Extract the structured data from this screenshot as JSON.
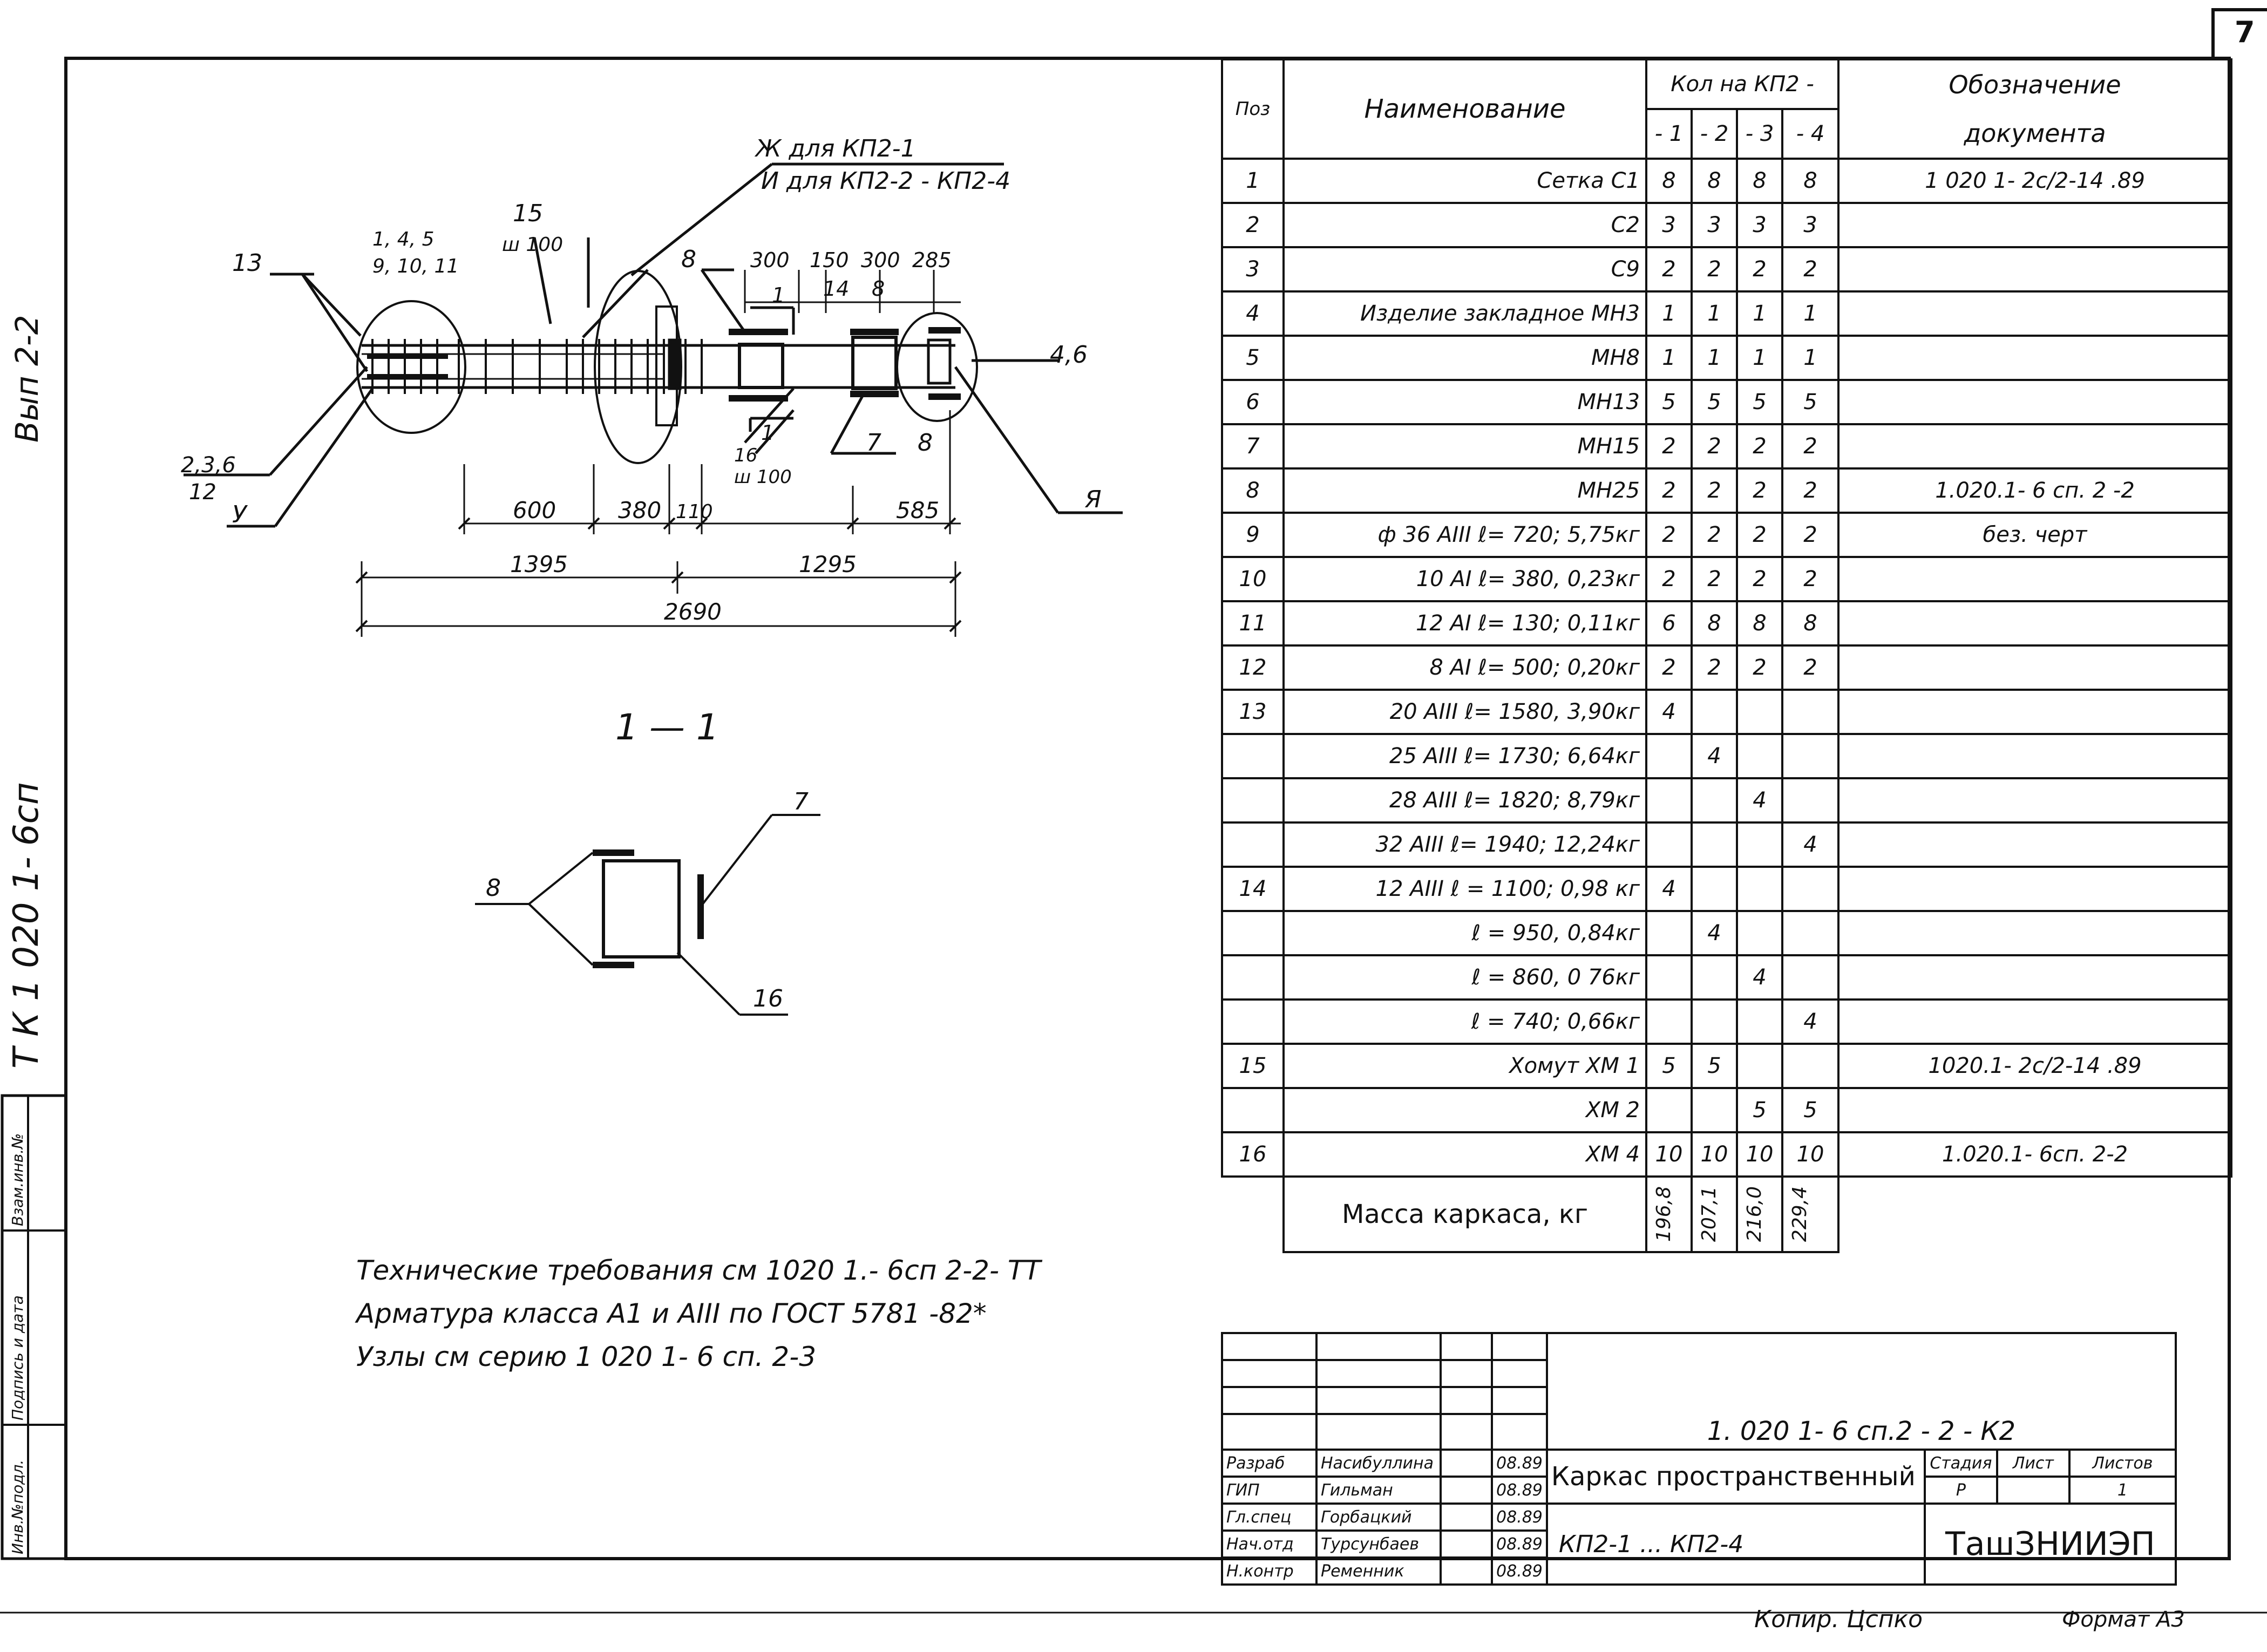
{
  "sheet_number": "7",
  "side_labels": {
    "release": "Вып 2-2",
    "series": "Т К 1 020 1- 6сп",
    "col_replace": "Взам.инв.№",
    "col_sign": "Подпись и дата",
    "col_inv": "Инв.№подл."
  },
  "drawing": {
    "callout_zh": "Ж для КП2-1",
    "callout_i": "И для КП2-2 - КП2-4",
    "lbl_13": "13",
    "lbl_15": "15",
    "lbl_sh100_a": "ш 100",
    "lbl_tl": "1, 4, 5",
    "lbl_tl2": "9, 10, 11",
    "lbl_8a": "8",
    "dim_300": "300",
    "dim_150": "150",
    "dim_300b": "300",
    "dim_285": "285",
    "lbl_1a": "1",
    "lbl_14": "14",
    "lbl_8b": "8",
    "lbl_46": "4,6",
    "lbl_236": "2,3,6",
    "lbl_12": "12",
    "lbl_u": "У",
    "lbl_1b": "1",
    "lbl_16": "16",
    "lbl_sh100_b": "ш 100",
    "lbl_7": "7",
    "lbl_8c": "8",
    "lbl_ya": "Я",
    "dim_600": "600",
    "dim_380": "380",
    "dim_110": "110",
    "dim_585": "585",
    "dim_1395": "1395",
    "dim_1295": "1295",
    "dim_2690": "2690",
    "section_title": "1 — 1",
    "sec_lbl_7": "7",
    "sec_lbl_8": "8",
    "sec_lbl_16": "16"
  },
  "spec_table": {
    "h_pos": "Поз",
    "h_name": "Наименование",
    "h_qty": "Кол на КП2 -",
    "h_q": [
      "- 1",
      "- 2",
      "- 3",
      "- 4"
    ],
    "h_doc1": "Обозначение",
    "h_doc2": "документа",
    "rows": [
      {
        "pos": "1",
        "name": "Сетка   С1",
        "q": [
          "8",
          "8",
          "8",
          "8"
        ],
        "doc": "1 020 1- 2с/2-14 .89"
      },
      {
        "pos": "2",
        "name": "С2",
        "q": [
          "3",
          "3",
          "3",
          "3"
        ],
        "doc": ""
      },
      {
        "pos": "3",
        "name": "С9",
        "q": [
          "2",
          "2",
          "2",
          "2"
        ],
        "doc": ""
      },
      {
        "pos": "4",
        "name": "Изделие закладное МН3",
        "q": [
          "1",
          "1",
          "1",
          "1"
        ],
        "doc": ""
      },
      {
        "pos": "5",
        "name": "МН8",
        "q": [
          "1",
          "1",
          "1",
          "1"
        ],
        "doc": ""
      },
      {
        "pos": "6",
        "name": "МН13",
        "q": [
          "5",
          "5",
          "5",
          "5"
        ],
        "doc": ""
      },
      {
        "pos": "7",
        "name": "МН15",
        "q": [
          "2",
          "2",
          "2",
          "2"
        ],
        "doc": ""
      },
      {
        "pos": "8",
        "name": "МН25",
        "q": [
          "2",
          "2",
          "2",
          "2"
        ],
        "doc": "1.020.1- 6 сп. 2 -2"
      },
      {
        "pos": "9",
        "name": "ф 36 АIII  ℓ= 720;   5,75кг",
        "q": [
          "2",
          "2",
          "2",
          "2"
        ],
        "doc": "без. черт"
      },
      {
        "pos": "10",
        "name": "10 АI  ℓ= 380,   0,23кг",
        "q": [
          "2",
          "2",
          "2",
          "2"
        ],
        "doc": ""
      },
      {
        "pos": "11",
        "name": "12 АI  ℓ= 130;   0,11кг",
        "q": [
          "6",
          "8",
          "8",
          "8"
        ],
        "doc": ""
      },
      {
        "pos": "12",
        "name": "8 АI  ℓ= 500;  0,20кг",
        "q": [
          "2",
          "2",
          "2",
          "2"
        ],
        "doc": ""
      },
      {
        "pos": "13",
        "name": "20 АIII ℓ= 1580,  3,90кг",
        "q": [
          "4",
          "",
          "",
          ""
        ],
        "doc": ""
      },
      {
        "pos": "",
        "name": "25 АIII  ℓ= 1730;  6,64кг",
        "q": [
          "",
          "4",
          "",
          ""
        ],
        "doc": ""
      },
      {
        "pos": "",
        "name": "28 АIII  ℓ= 1820;  8,79кг",
        "q": [
          "",
          "",
          "4",
          ""
        ],
        "doc": ""
      },
      {
        "pos": "",
        "name": "32 АIII  ℓ= 1940;  12,24кг",
        "q": [
          "",
          "",
          "",
          "4"
        ],
        "doc": ""
      },
      {
        "pos": "14",
        "name": "12 АIII  ℓ = 1100;  0,98 кг",
        "q": [
          "4",
          "",
          "",
          ""
        ],
        "doc": ""
      },
      {
        "pos": "",
        "name": "ℓ = 950,  0,84кг",
        "q": [
          "",
          "4",
          "",
          ""
        ],
        "doc": ""
      },
      {
        "pos": "",
        "name": "ℓ = 860,  0 76кг",
        "q": [
          "",
          "",
          "4",
          ""
        ],
        "doc": ""
      },
      {
        "pos": "",
        "name": "ℓ = 740;  0,66кг",
        "q": [
          "",
          "",
          "",
          "4"
        ],
        "doc": ""
      },
      {
        "pos": "15",
        "name": "Хомут      ХМ 1",
        "q": [
          "5",
          "5",
          "",
          ""
        ],
        "doc": "1020.1- 2с/2-14 .89"
      },
      {
        "pos": "",
        "name": "ХМ 2",
        "q": [
          "",
          "",
          "5",
          "5"
        ],
        "doc": ""
      },
      {
        "pos": "16",
        "name": "ХМ 4",
        "q": [
          "10",
          "10",
          "10",
          "10"
        ],
        "doc": "1.020.1- 6сп. 2-2"
      }
    ],
    "mass_label": "Масса каркаса, кг",
    "mass": [
      "196,8",
      "207,1",
      "216,0",
      "229,4"
    ]
  },
  "notes": {
    "line1": "Технические требования см  1020 1.- 6сп 2-2- ТТ",
    "line2": "Арматура  класса   А1  и  АIII  по  ГОСТ 5781 -82*",
    "line3": "Узлы  см   серию  1 020 1- 6 сп. 2-3"
  },
  "title_block": {
    "doc_code": "1. 020 1- 6 сп.2 - 2 - К2",
    "roles": [
      "Разраб",
      "ГИП",
      "Гл.спец",
      "Нач.отд",
      "Н.контр"
    ],
    "names": [
      "Насибуллина",
      "Гильман",
      "Горбацкий",
      "Турсунбаев",
      "Ременник"
    ],
    "dates": [
      "08.89",
      "08.89",
      "08.89",
      "08.89",
      "08.89"
    ],
    "title1": "Каркас пространственный",
    "title2": "КП2-1 ...   КП2-4",
    "h_stage": "Стадия",
    "h_sheet": "Лист",
    "h_sheets": "Листов",
    "stage": "Р",
    "sheets": "1",
    "org": "ТашЗНИИЭП"
  },
  "footer": {
    "copied": "Копир. Цспко",
    "format": "Формат  А3"
  }
}
